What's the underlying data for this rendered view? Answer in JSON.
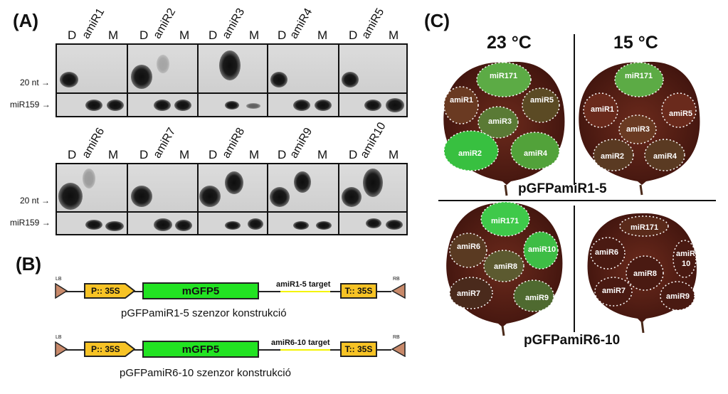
{
  "panel_a": {
    "letter": "(A)",
    "lane_D": "D",
    "lane_M": "M",
    "row1_mirnas": [
      "amiR1",
      "amiR2",
      "amiR3",
      "amiR4",
      "amiR5"
    ],
    "row2_mirnas": [
      "amiR6",
      "amiR7",
      "amiR8",
      "amiR9",
      "amiR10"
    ],
    "marker_20nt": "20 nt",
    "marker_mir159": "miR159",
    "arrow": "→"
  },
  "panel_b": {
    "letter": "(B)",
    "lb": "LB",
    "rb": "RB",
    "promoter": "P:: 35S",
    "gfp": "mGFP5",
    "terminator": "T:: 35S",
    "construct1_target": "amiR1-5 target",
    "construct1_caption": "pGFPamiR1-5 szenzor konstrukció",
    "construct2_target": "amiR6-10 target",
    "construct2_caption": "pGFPamiR6-10 szenzor konstrukció",
    "colors": {
      "promoter": "#f7c325",
      "gfp": "#22e322",
      "border": "#c8896a",
      "target_line": "#f4f400"
    }
  },
  "panel_c": {
    "letter": "(C)",
    "temp_left": "23 °C",
    "temp_right": "15 °C",
    "caption_top": "pGFPamiR1-5",
    "caption_bottom": "pGFPamiR6-10",
    "leaf1_labels": [
      "miR171",
      "amiR1",
      "amiR5",
      "amiR3",
      "amiR2",
      "amiR4"
    ],
    "leaf2_labels": [
      "miR171",
      "amiR1",
      "amiR5",
      "amiR3",
      "amiR2",
      "amiR4"
    ],
    "leaf3_labels": [
      "miR171",
      "amiR6",
      "amiR10",
      "amiR8",
      "amiR7",
      "amiR9"
    ],
    "leaf4_labels": [
      "miR171",
      "amiR6",
      "amiR",
      "10",
      "amiR8",
      "amiR7",
      "amiR9"
    ]
  }
}
